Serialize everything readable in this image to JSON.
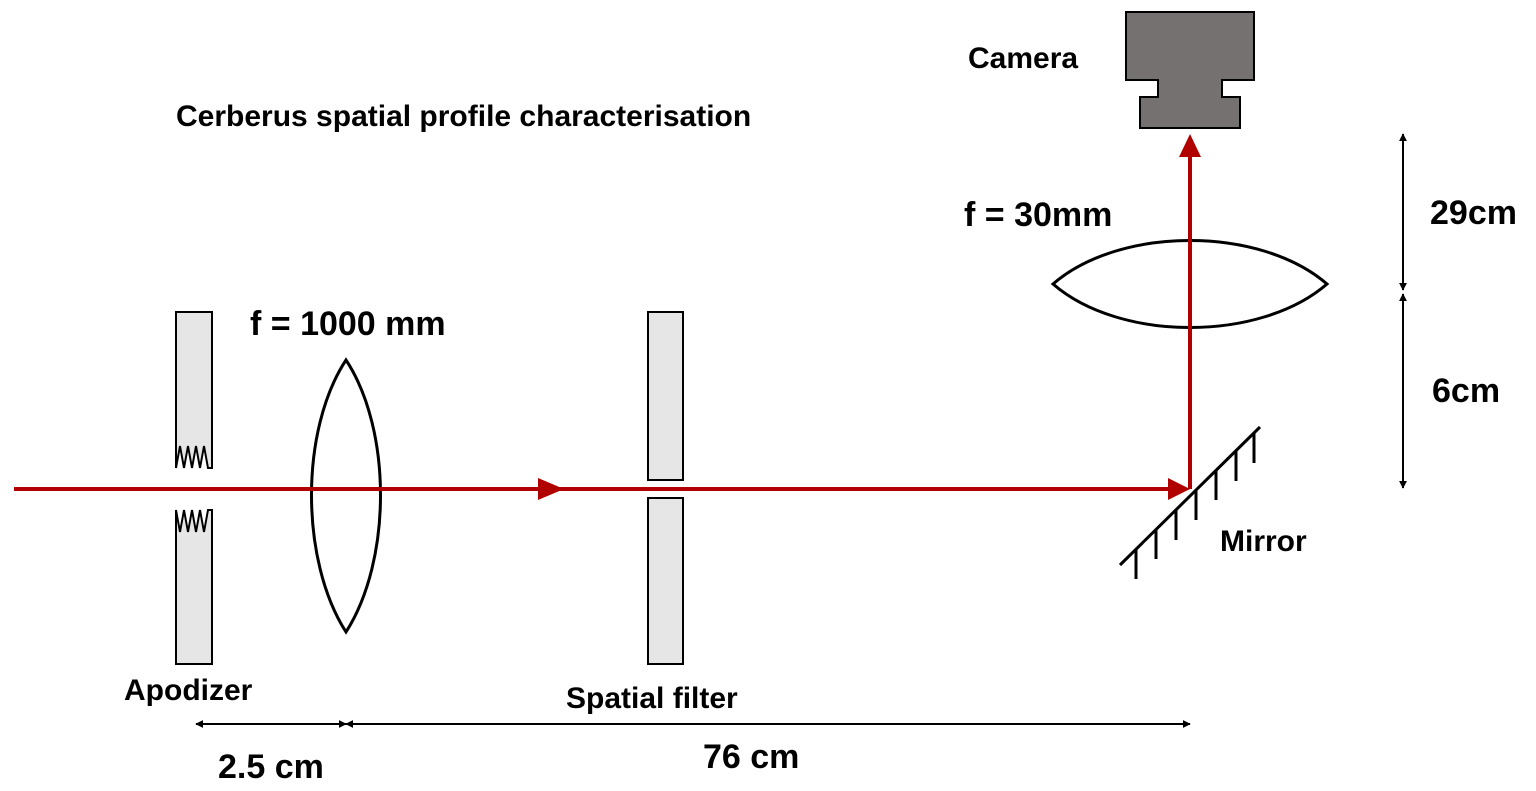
{
  "title": "Cerberus spatial profile characterisation",
  "labels": {
    "camera": "Camera",
    "focal_small": "f = 30mm",
    "focal_large": "f = 1000 mm",
    "mirror": "Mirror",
    "apodizer": "Apodizer",
    "spatial_filter": "Spatial filter"
  },
  "dimensions": {
    "apodizer_to_lens": "2.5 cm",
    "lens_to_mirror": "76 cm",
    "lens_to_camera": "29cm",
    "mirror_to_lens": "6cm"
  },
  "colors": {
    "beam": "#b00000",
    "component_fill": "#e6e6e6",
    "camera_fill": "#757170",
    "line": "#000000"
  }
}
